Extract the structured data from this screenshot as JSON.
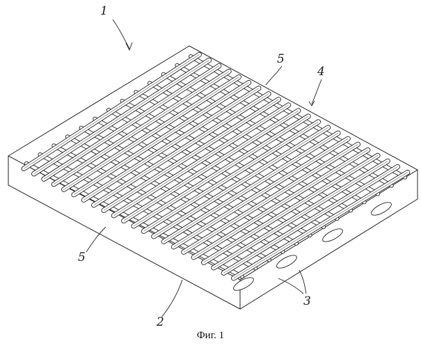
{
  "labels": {
    "assembly": "1",
    "base_block": "2",
    "tubes": "3",
    "grid": "4",
    "rod_top": "5",
    "rod_left": "5"
  },
  "caption": "Фиг. 1",
  "colors": {
    "ink": "#222222",
    "paper": "#ffffff"
  },
  "drawing": {
    "long_ribs": 22,
    "cross_ribs": 13
  }
}
